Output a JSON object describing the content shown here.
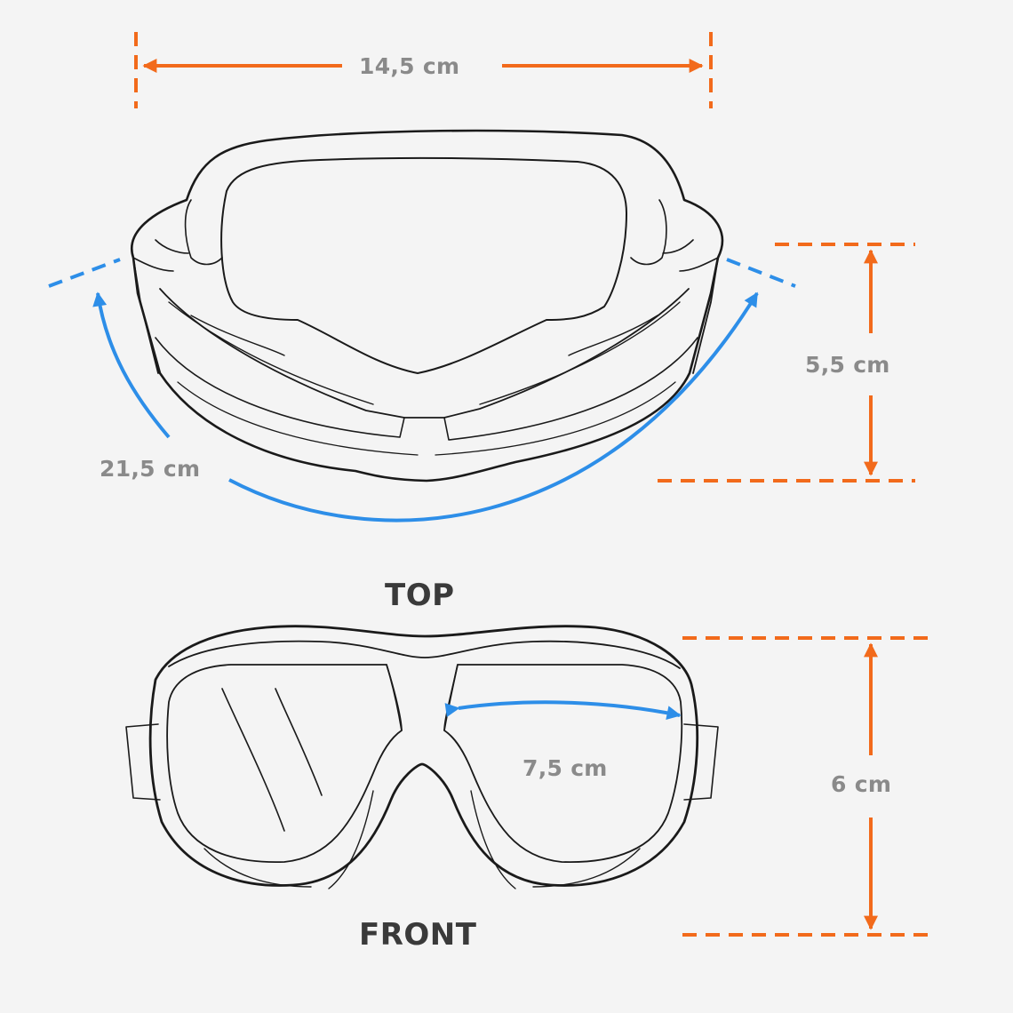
{
  "colors": {
    "background": "#f4f4f4",
    "outline": "#1a1a1a",
    "label_gray": "#8a8a8a",
    "view_label": "#3a3a3a",
    "orange_dimension": "#f26a1b",
    "blue_dimension": "#2d8ee8"
  },
  "dimensions": {
    "width": "14,5 cm",
    "height_top": "5,5 cm",
    "curve": "21,5 cm",
    "lens_width": "7,5 cm",
    "height_front": "6 cm"
  },
  "views": {
    "top": "TOP",
    "front": "FRONT"
  }
}
